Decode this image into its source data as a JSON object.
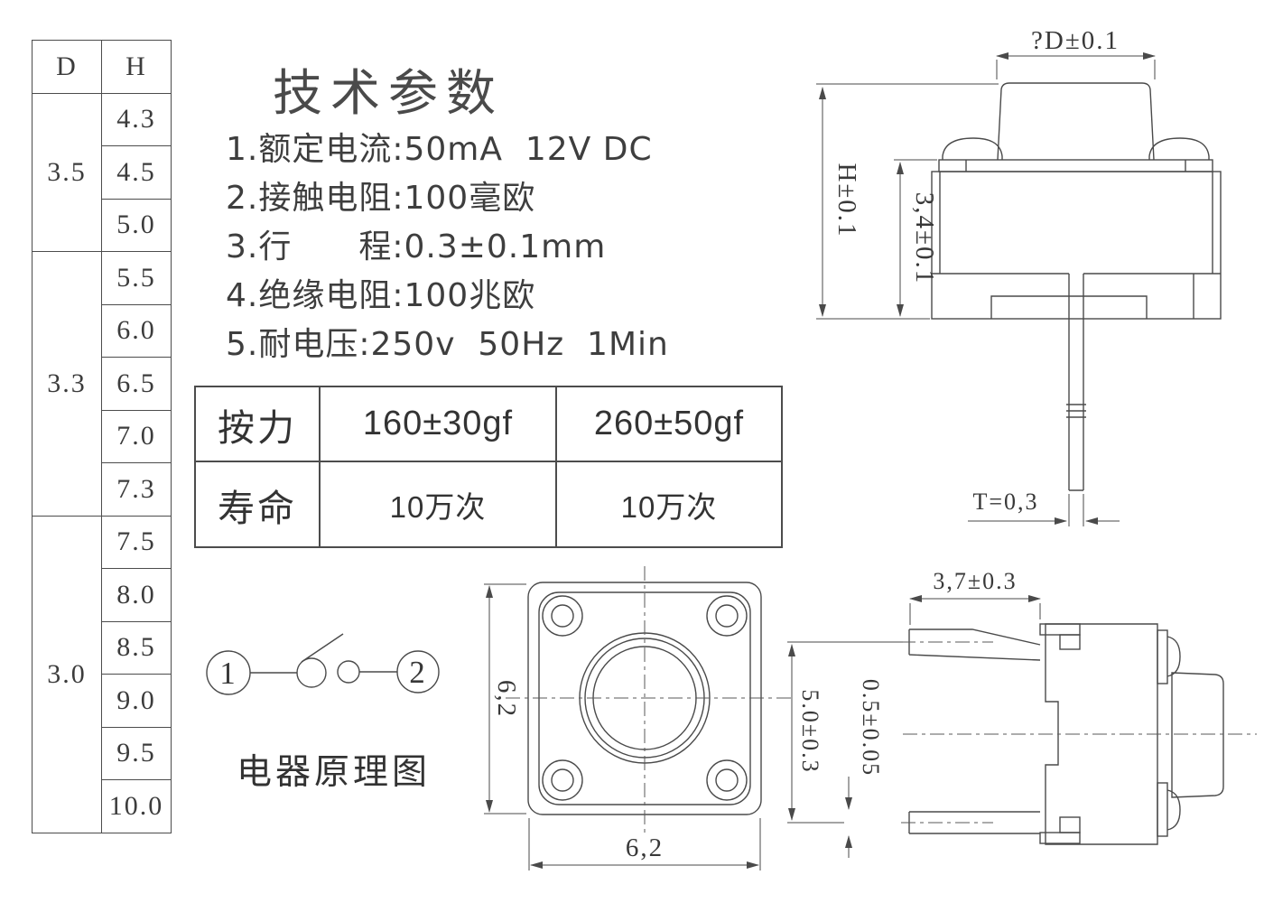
{
  "colors": {
    "background": "#ffffff",
    "line": "#4a4a4a",
    "text": "#3c3c3c"
  },
  "dh_table": {
    "col_d_header": "D",
    "col_h_header": "H",
    "groups": [
      {
        "d": "3.5",
        "h": [
          "4.3",
          "4.5",
          "5.0"
        ]
      },
      {
        "d": "3.3",
        "h": [
          "5.5",
          "6.0",
          "6.5",
          "7.0",
          "7.3"
        ]
      },
      {
        "d": "3.0",
        "h": [
          "7.5",
          "8.0",
          "8.5",
          "9.0",
          "9.5",
          "10.0"
        ]
      }
    ]
  },
  "tech_params": {
    "title": "技术参数",
    "items": [
      "1.额定电流:50mA  12V DC",
      "2.接触电阻:100毫欧",
      "3.行　　程:0.3±0.1mm",
      "4.绝缘电阻:100兆欧",
      "5.耐电压:250v  50Hz  1Min"
    ]
  },
  "spec_table": {
    "rows": [
      {
        "label": "按力",
        "value1": "160±30gf",
        "value2": "260±50gf"
      },
      {
        "label": "寿命",
        "value1": "10万次",
        "value2": "10万次"
      }
    ]
  },
  "circuit": {
    "terminal_left": "1",
    "terminal_right": "2",
    "caption": "电器原理图"
  },
  "front_view": {
    "dim_diameter": "?D±0.1",
    "dim_total_height": "H±0.1",
    "dim_body_height": "3,4±0.1",
    "dim_pin_thickness": "T=0,3"
  },
  "top_view": {
    "dim_height": "6,2",
    "dim_width": "6,2"
  },
  "side_view": {
    "dim_pin_length": "3,7±0.3",
    "dim_pin_spacing": "5.0±0.3",
    "dim_pin_width": "0.5±0.05"
  }
}
